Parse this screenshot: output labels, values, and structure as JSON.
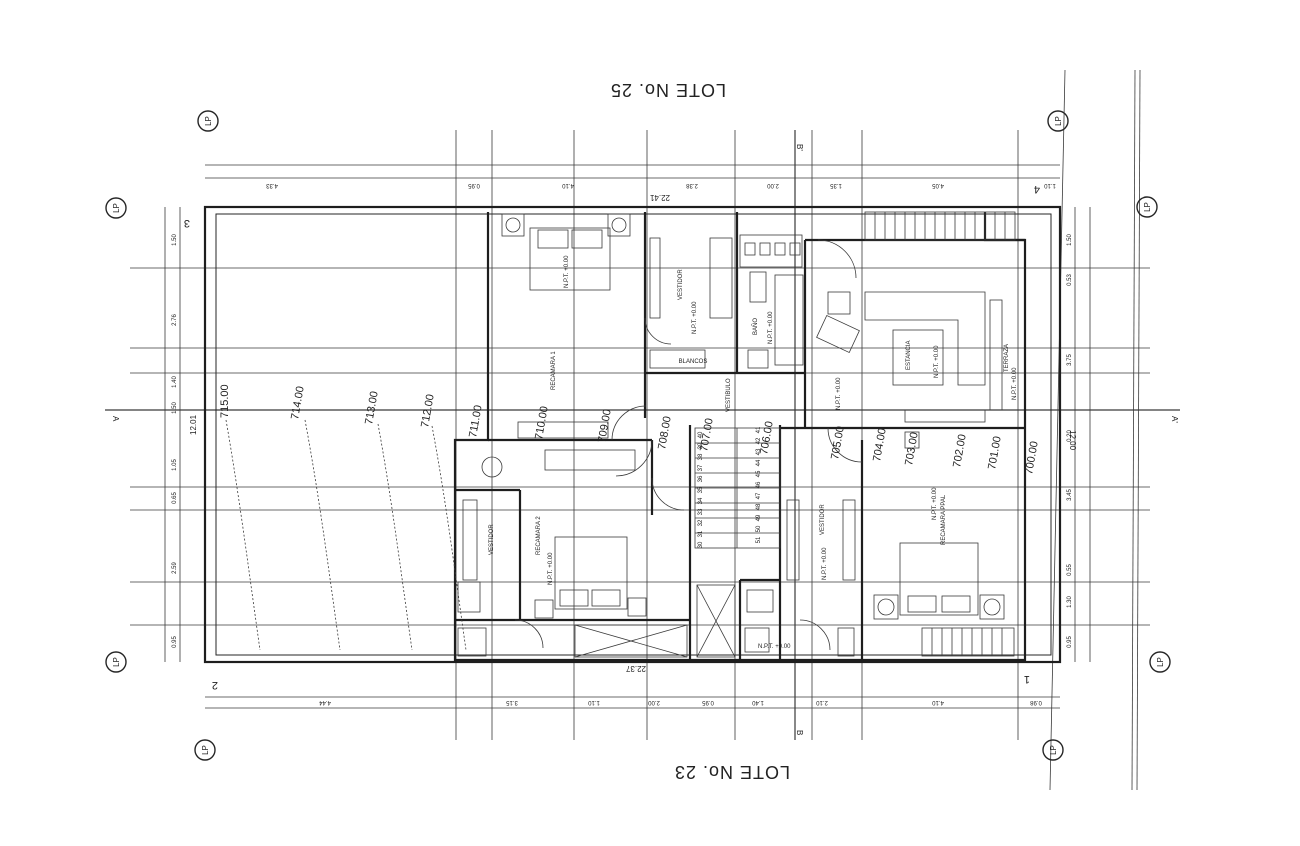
{
  "lots": {
    "top": "LOTE No. 25",
    "bottom": "LOTE No. 23"
  },
  "axis_labels": {
    "one": "1",
    "two": "2",
    "three": "3",
    "four": "4",
    "b_top": "B'",
    "b_bottom": "B",
    "a_left": "A",
    "a_right": "A'"
  },
  "pole_marker": "LP",
  "overall": {
    "top": "22.41",
    "bottom": "22.37",
    "depth": "12.01",
    "depth_right": "12.00"
  },
  "rooms": {
    "recamara1": "RECAMARA 1",
    "recamara2": "RECAMARA 2",
    "recamara_ppal": "RECAMARA PPAL",
    "vestidor": "VESTIDOR",
    "bano": "BAÑO",
    "blancos": "BLANCOS",
    "estancia": "ESTANCIA",
    "terraza": "TERRAZA",
    "vestibulo": "VESTIBULO"
  },
  "level_tag": "N.P.T. +0.00",
  "top_dims": [
    "4.33",
    "0.95",
    "4.10",
    "2.38",
    "2.00",
    "1.35",
    "4.05",
    "1.10"
  ],
  "bottom_dims": [
    "4.44",
    "3.15",
    "1.10",
    "2.00",
    "0.95",
    "1.40",
    "2.10",
    "4.10",
    "0.98"
  ],
  "left_dims": [
    "1.50",
    "2.76",
    "1.40",
    "1.50",
    "1.05",
    "0.65",
    "2.59",
    "0.95"
  ],
  "right_dims": [
    "1.50",
    "0.53",
    "3.75",
    "0.20",
    "3.45",
    "0.55",
    "1.30",
    "0.95"
  ],
  "contours": [
    "715.00",
    "714.00",
    "713.00",
    "712.00",
    "711.00",
    "710.00",
    "709.00",
    "708.00",
    "707.00",
    "706.00",
    "705.00",
    "704.00",
    "703.00",
    "702.00",
    "701.00",
    "700.00"
  ],
  "steps": [
    "30",
    "31",
    "32",
    "33",
    "34",
    "35",
    "36",
    "37",
    "38",
    "39",
    "40",
    "41",
    "42",
    "43",
    "44",
    "45",
    "46",
    "47",
    "48",
    "49",
    "50",
    "51"
  ]
}
